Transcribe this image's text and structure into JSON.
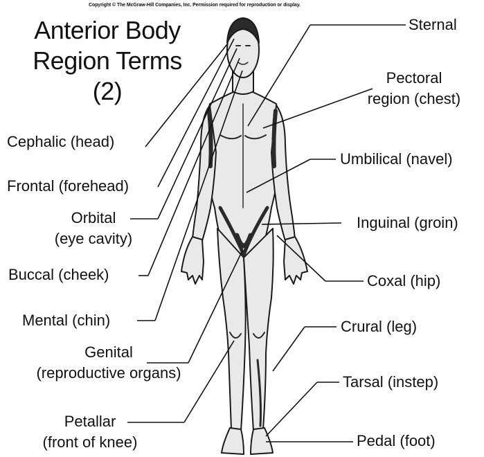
{
  "copyright": "Copyright © The McGraw-Hill Companies, Inc. Permission required for reproduction or display.",
  "title": {
    "line1": "Anterior Body",
    "line2": "Region Terms",
    "line3": "(2)"
  },
  "labels": {
    "sternal": "Sternal",
    "pectoral_1": "Pectoral",
    "pectoral_2": "region (chest)",
    "umbilical": "Umbilical (navel)",
    "inguinal": "Inguinal (groin)",
    "coxal": "Coxal (hip)",
    "crural": "Crural (leg)",
    "tarsal": "Tarsal (instep)",
    "pedal": "Pedal (foot)",
    "cephalic": "Cephalic (head)",
    "frontal": "Frontal (forehead)",
    "orbital_1": "Orbital",
    "orbital_2": "(eye cavity)",
    "buccal": "Buccal (cheek)",
    "mental": "Mental (chin)",
    "genital_1": "Genital",
    "genital_2": "(reproductive organs)",
    "patellar_1": "Petallar",
    "patellar_2": "(front of knee)"
  },
  "colors": {
    "ink": "#111111",
    "skin": "#e9e9e9",
    "shade": "#8a8a8a",
    "dark": "#2a2a2a"
  }
}
